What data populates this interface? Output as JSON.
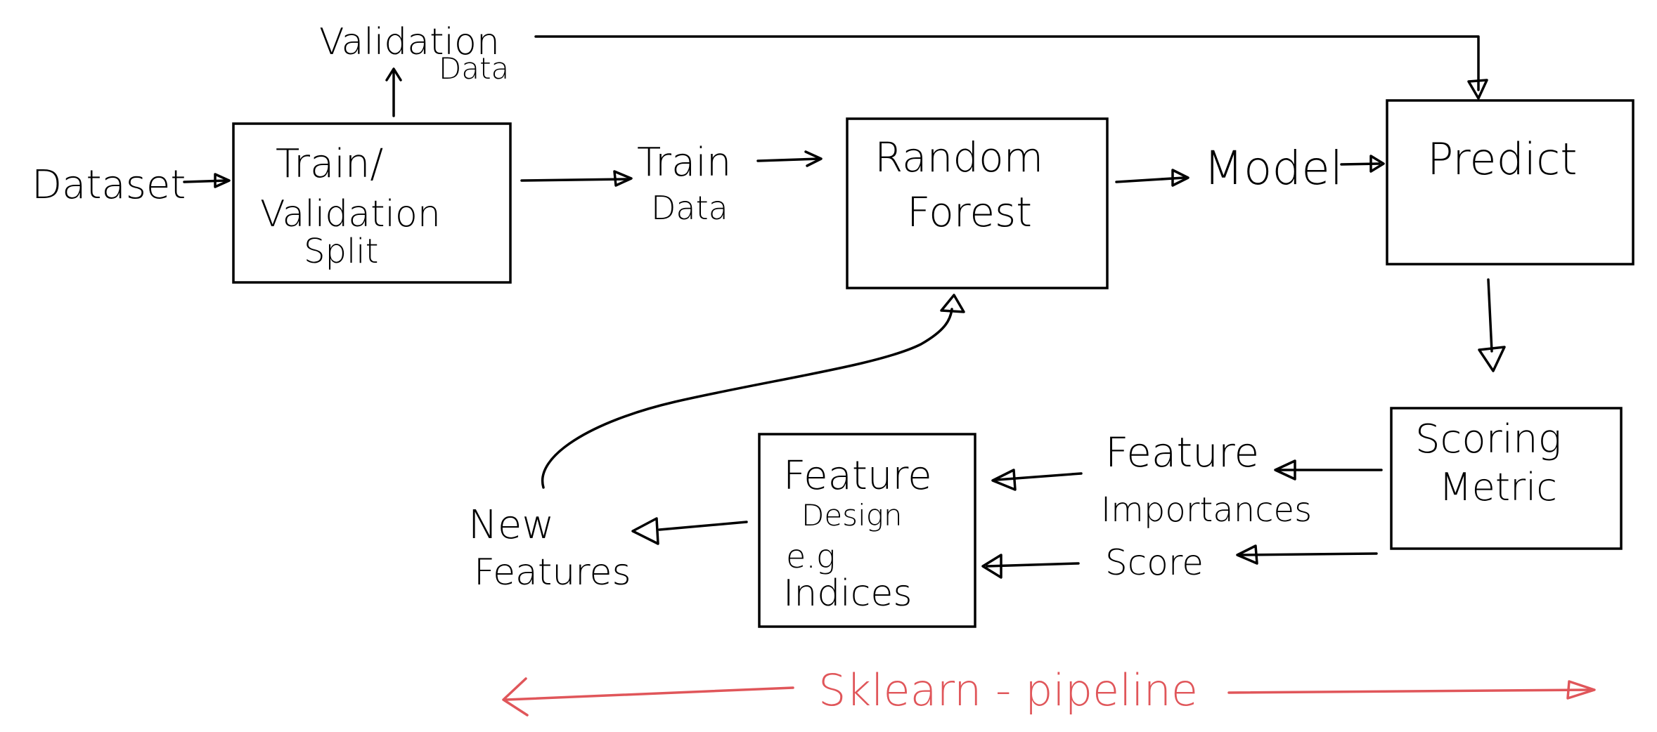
{
  "nodes": {
    "dataset": "Dataset",
    "validation_data": [
      "Validation",
      "Data"
    ],
    "train_validation_split": [
      "Train/",
      "Validation",
      "Split"
    ],
    "train_data": [
      "Train",
      "Data"
    ],
    "random_forest": [
      "Random",
      "Forest"
    ],
    "model": "Model",
    "predict": "Predict",
    "scoring_metric": [
      "Scoring",
      "Metric"
    ],
    "feature_importances": [
      "Feature",
      "Importances"
    ],
    "score": "Score",
    "feature_design": [
      "Feature",
      "Design",
      "e.g",
      "Indices"
    ],
    "new_features": [
      "New",
      "Features"
    ]
  },
  "pipeline_label": "Sklearn - pipeline",
  "colors": {
    "ink": "#000000",
    "accent": "#e0565a"
  }
}
